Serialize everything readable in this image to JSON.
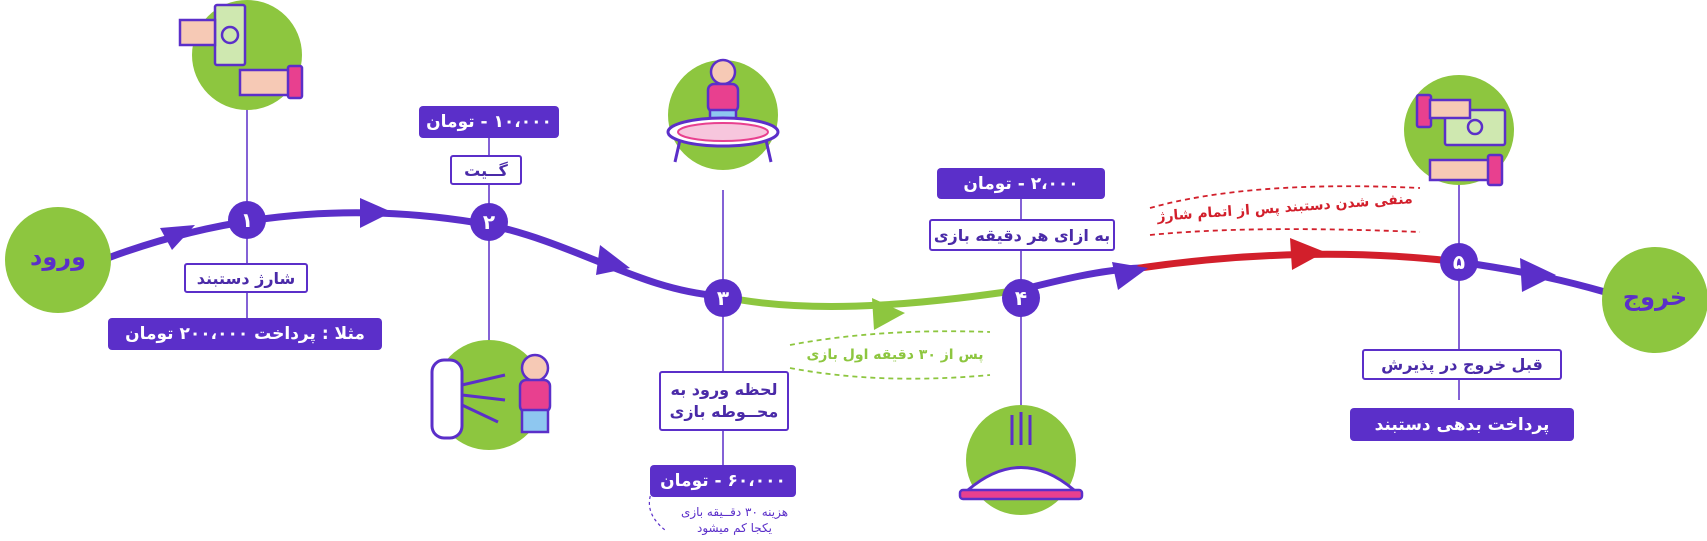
{
  "colors": {
    "purple": "#5b2fc9",
    "green": "#8dc63f",
    "red": "#d21f2b",
    "pink": "#e8408f"
  },
  "endpoints": {
    "entry": "ورود",
    "exit": "خروج"
  },
  "steps": [
    {
      "number": "۱",
      "label": "شارژ دستبند",
      "note": "مثلا : پرداخت ۲۰۰،۰۰۰ تومان",
      "icon": "payment-hands-icon"
    },
    {
      "number": "۲",
      "label": "گــیت",
      "price": "۱۰،۰۰۰ - تومان",
      "icon": "turnstile-gate-icon"
    },
    {
      "number": "۳",
      "label": "لحظه ورود به محــوطه بازی",
      "price": "۶۰،۰۰۰ - تومان",
      "note": "هزینه ۳۰ دقــیقه بازی یکجا کم میشود",
      "icon": "trampoline-child-icon"
    },
    {
      "number": "۴",
      "label": "به ازای هر دقیقه بازی",
      "price": "۲،۰۰۰ - تومان",
      "icon": "trampoline-icon"
    },
    {
      "number": "۵",
      "label": "قبل خروج در پذیرش",
      "note": "پرداخت بدهی دستبند",
      "icon": "refund-hands-icon"
    }
  ],
  "annotations": {
    "after_30_min": "پس از ۳۰ دقیقه اول بازی",
    "negative_balance": "منفی شدن دستبند پس از اتمام شارژ"
  }
}
